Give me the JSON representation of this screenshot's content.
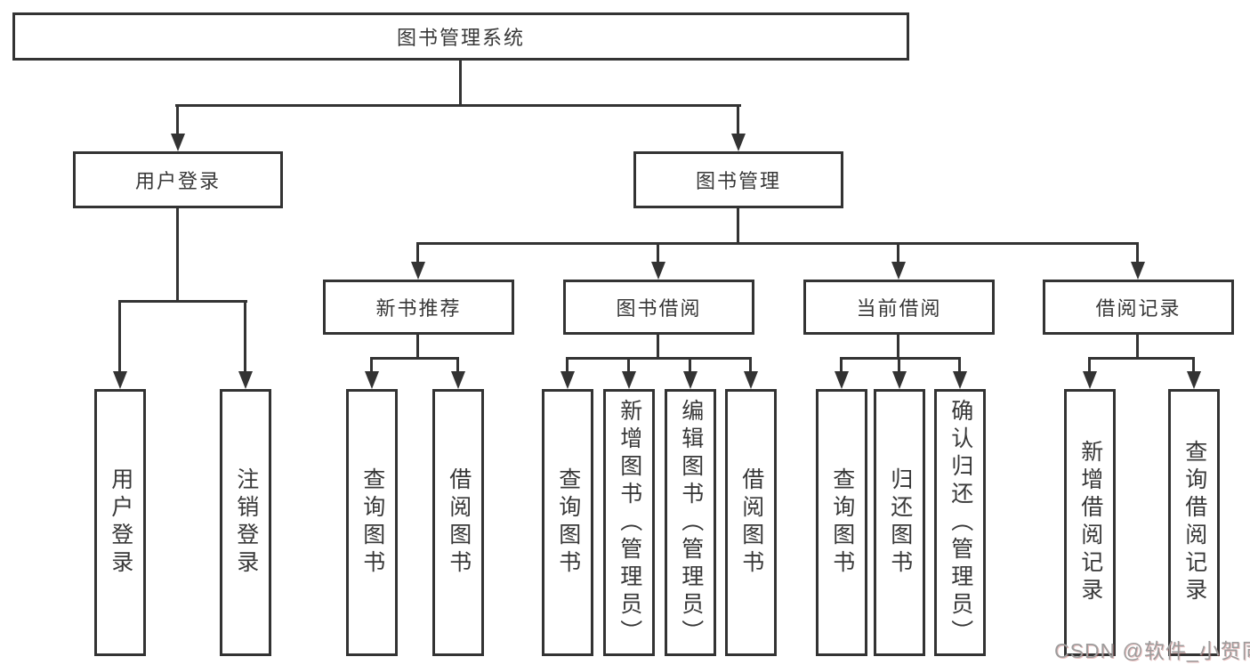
{
  "diagram": {
    "root": {
      "label": "图书管理系统"
    },
    "branches": [
      {
        "label": "用户登录",
        "children": [
          {
            "label": "用户登录"
          },
          {
            "label": "注销登录"
          }
        ]
      },
      {
        "label": "图书管理",
        "children": [
          {
            "label": "新书推荐",
            "children": [
              {
                "label": "查询图书"
              },
              {
                "label": "借阅图书"
              }
            ]
          },
          {
            "label": "图书借阅",
            "children": [
              {
                "label": "查询图书"
              },
              {
                "label": "新增图书（管理员）"
              },
              {
                "label": "编辑图书（管理员）"
              },
              {
                "label": "借阅图书"
              }
            ]
          },
          {
            "label": "当前借阅",
            "children": [
              {
                "label": "查询图书"
              },
              {
                "label": "归还图书"
              },
              {
                "label": "确认归还（管理员）"
              }
            ]
          },
          {
            "label": "借阅记录",
            "children": [
              {
                "label": "新增借阅记录"
              },
              {
                "label": "查询借阅记录"
              }
            ]
          }
        ]
      }
    ]
  },
  "watermark": {
    "text": "CSDN @软件_小贺同学"
  },
  "colors": {
    "line": "#333333",
    "text": "#383838",
    "watermark": "#9c9c9c",
    "background": "#ffffff"
  }
}
